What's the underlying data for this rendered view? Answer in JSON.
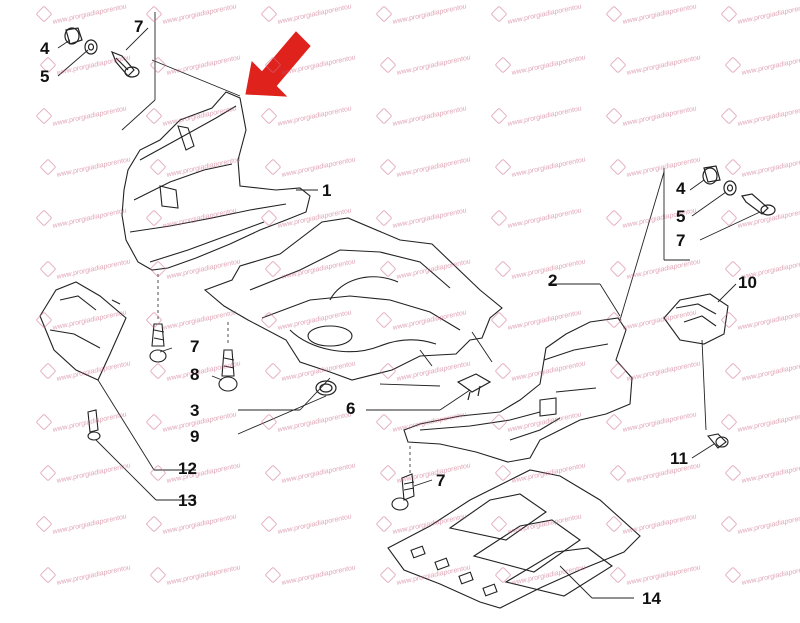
{
  "diagram": {
    "labels": {
      "l4a": "4",
      "l5a": "5",
      "l7a": "7",
      "l1": "1",
      "l4b": "4",
      "l5b": "5",
      "l7b": "7",
      "l2": "2",
      "l10": "10",
      "l7c": "7",
      "l8": "8",
      "l3": "3",
      "l6": "6",
      "l9": "9",
      "l12": "12",
      "l13": "13",
      "l11": "11",
      "l7d": "7",
      "l14": "14"
    },
    "watermark_text": "www.prorgiadiaporentou",
    "colors": {
      "line": "#222222",
      "arrow": "#e0221c",
      "label": "#111111",
      "watermark": "#c55a7a"
    }
  }
}
